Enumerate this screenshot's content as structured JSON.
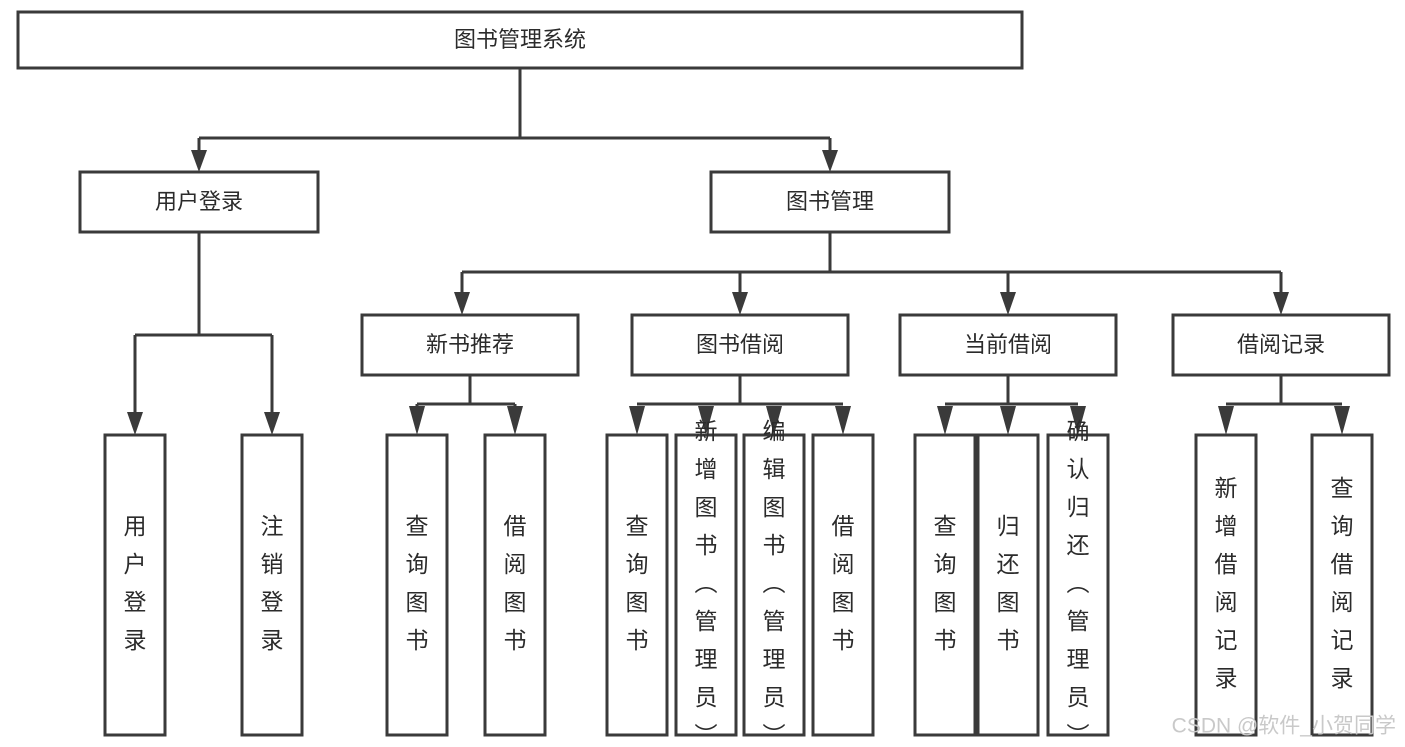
{
  "diagram": {
    "title": "图书管理系统",
    "type": "tree-hierarchy",
    "background_color": "#ffffff",
    "line_color": "#3a3a3a",
    "text_color": "#2b2b2b",
    "box_fill": "#ffffff"
  },
  "root": {
    "label": "图书管理系统"
  },
  "level2": [
    {
      "label": "用户登录"
    },
    {
      "label": "图书管理"
    }
  ],
  "level3": [
    {
      "label": "新书推荐"
    },
    {
      "label": "图书借阅"
    },
    {
      "label": "当前借阅"
    },
    {
      "label": "借阅记录"
    }
  ],
  "leaves": {
    "user_login": [
      {
        "label": "用户登录"
      },
      {
        "label": "注销登录"
      }
    ],
    "new_book": [
      {
        "label": "查询图书"
      },
      {
        "label": "借阅图书"
      }
    ],
    "book_borrow": [
      {
        "label": "查询图书"
      },
      {
        "label": "新增图书（管理员）"
      },
      {
        "label": "编辑图书（管理员）"
      },
      {
        "label": "借阅图书"
      }
    ],
    "current_borrow": [
      {
        "label": "查询图书"
      },
      {
        "label": "归还图书"
      },
      {
        "label": "确认归还（管理员）"
      }
    ],
    "borrow_record": [
      {
        "label": "新增借阅记录"
      },
      {
        "label": "查询借阅记录"
      }
    ]
  },
  "watermark": {
    "text": "CSDN @软件_小贺同学"
  }
}
